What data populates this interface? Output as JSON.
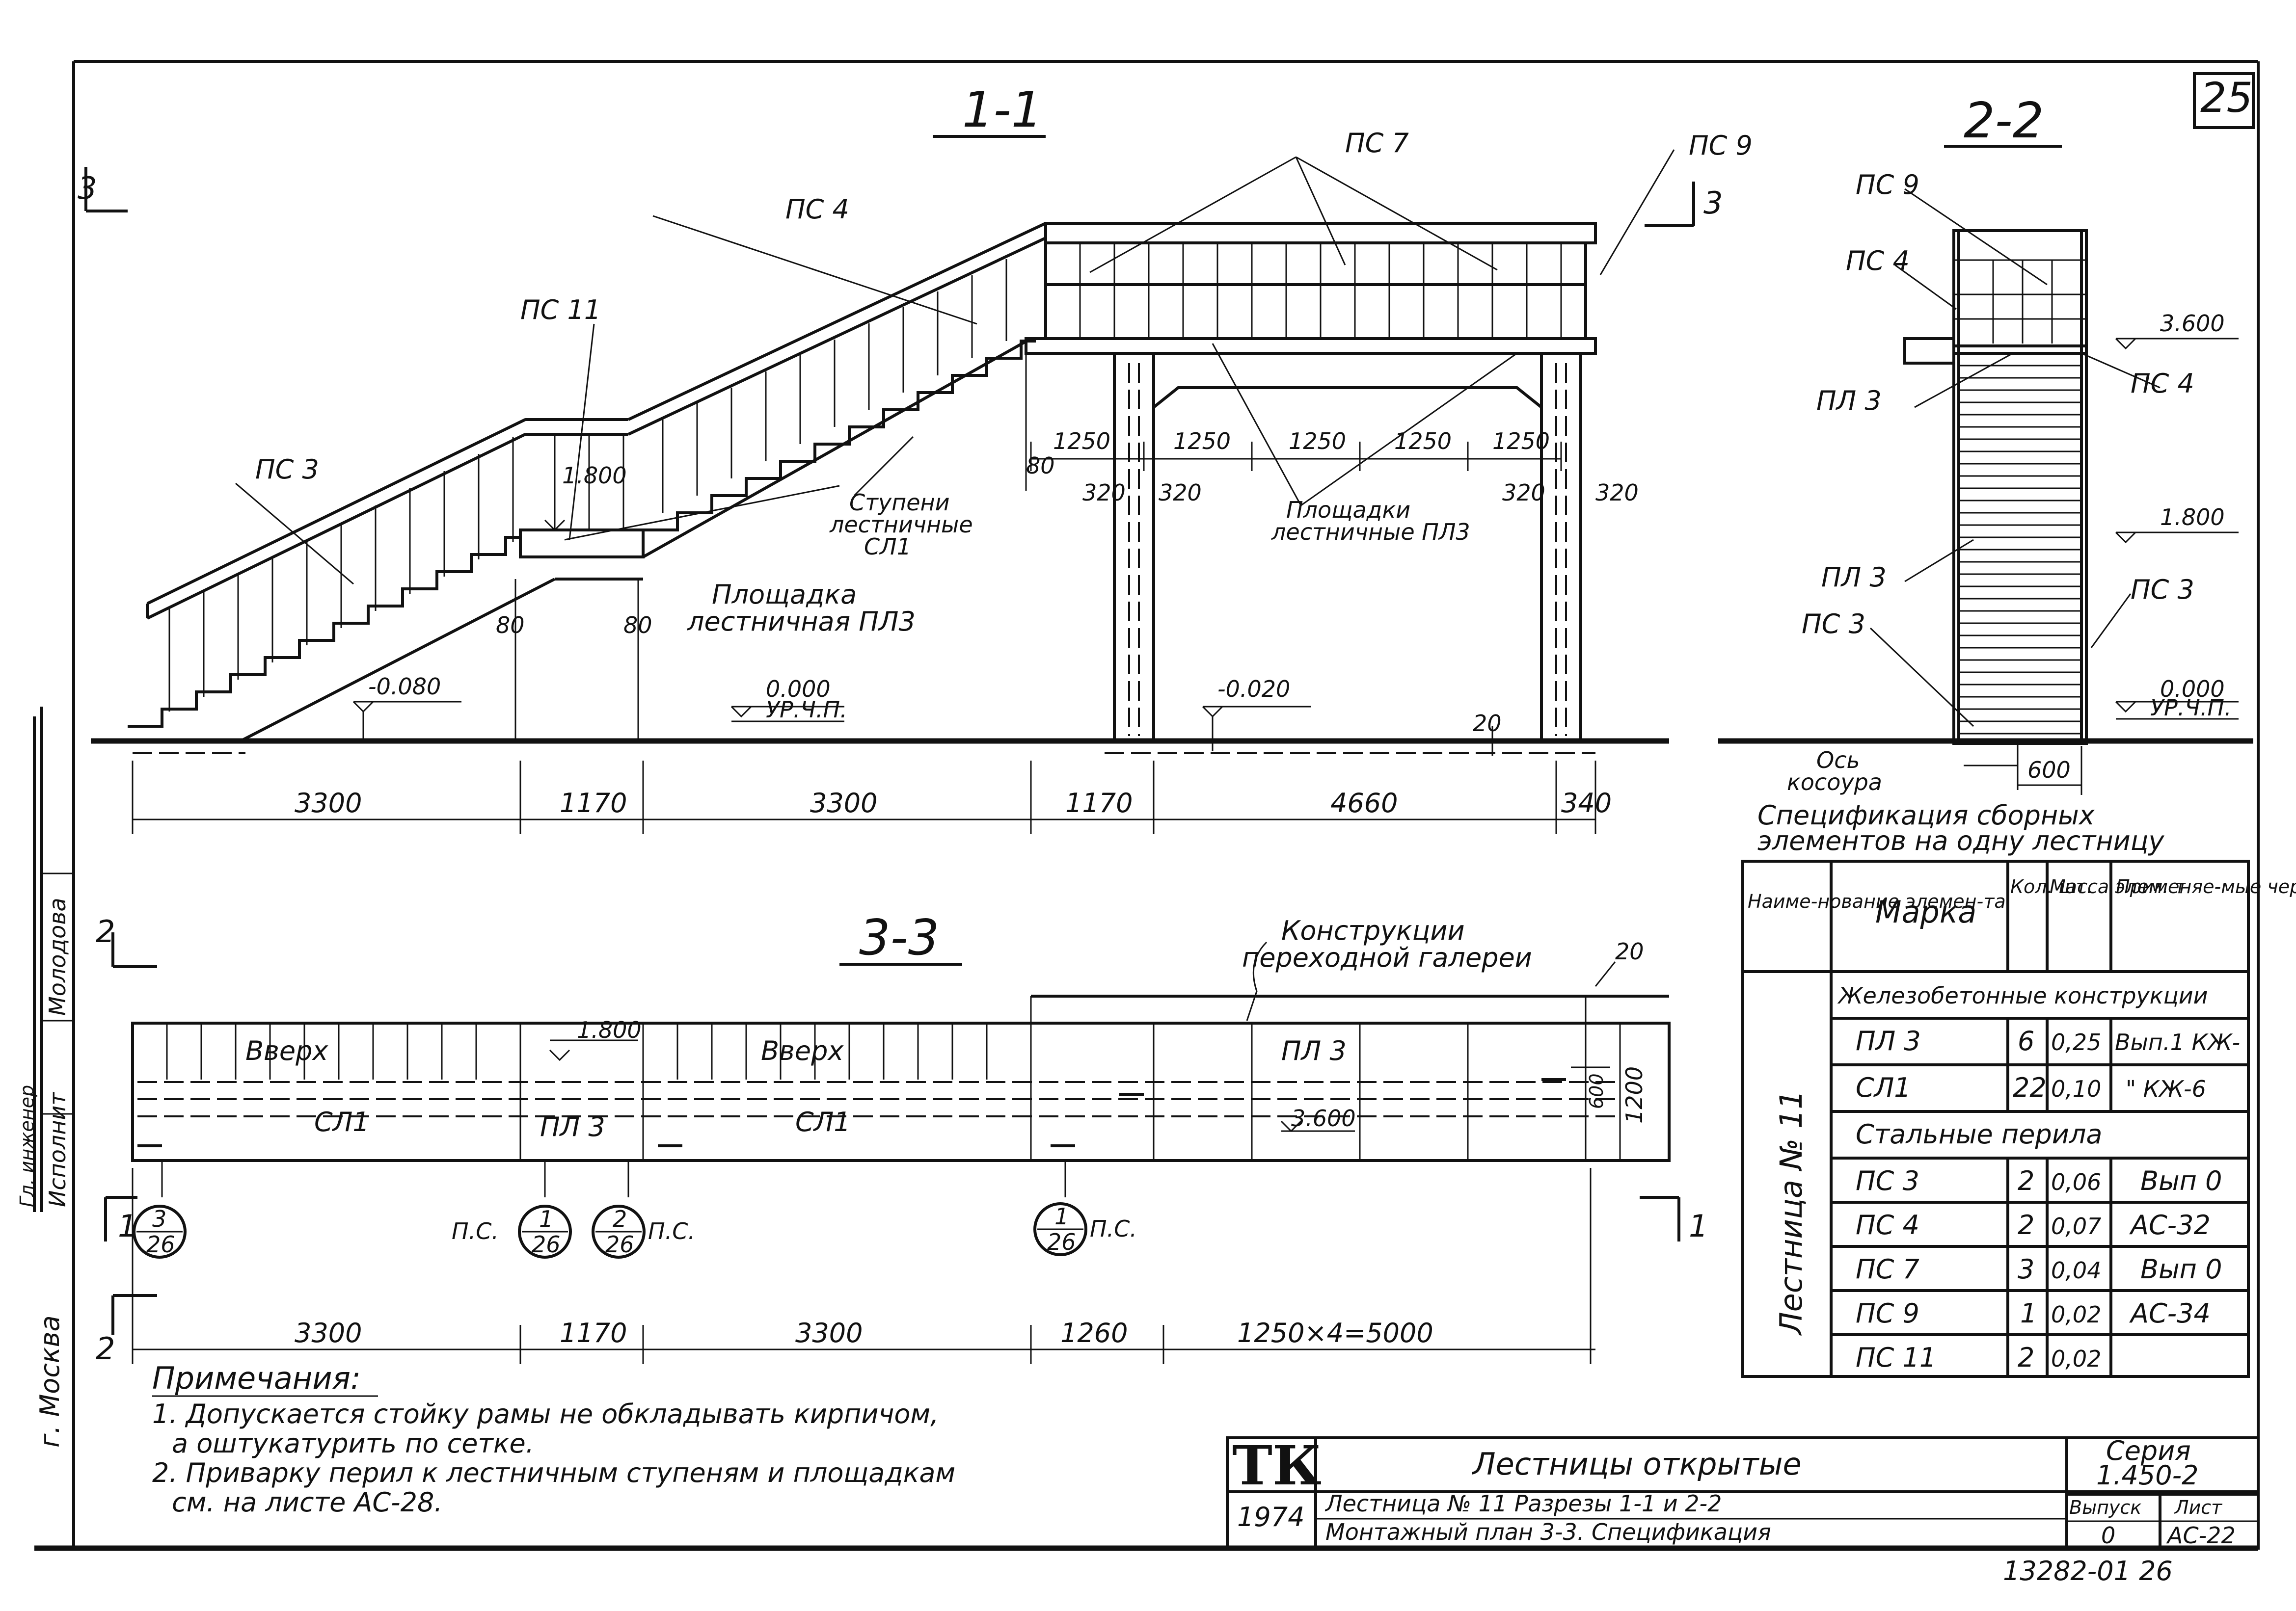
{
  "sheet": {
    "number": "25",
    "footer_number": "13282-01 26",
    "city": "г. Москва",
    "left_stamp": [
      "Исполнит",
      "Молодова",
      "Гл. инженер"
    ]
  },
  "section_1_1": {
    "title": "1-1",
    "elements": {
      "ps3": "ПС 3",
      "ps4": "ПС 4",
      "ps7": "ПС 7",
      "ps9": "ПС 9",
      "ps11": "ПС 11",
      "steps": [
        "Ступени",
        "лестничные",
        "СЛ1"
      ],
      "landing": [
        "Площадка",
        "лестничная ПЛ3"
      ],
      "landings": [
        "Площадки",
        "лестничные ПЛ3"
      ]
    },
    "levels": {
      "l1": "-0.080",
      "l2": "0.000",
      "l2_sub": "УР.Ч.П.",
      "l3": "-0.020",
      "l4": "1.800"
    },
    "marks": {
      "m80a": "80",
      "m80b": "80",
      "m80c": "80",
      "m20": "20",
      "m320a": "320",
      "m320b": "320",
      "m320c": "320",
      "m320d": "320"
    },
    "spans_top": [
      "1250",
      "1250",
      "1250",
      "1250",
      "1250"
    ],
    "dims_bottom": [
      "3300",
      "1170",
      "3300",
      "1170",
      "4660",
      "340"
    ]
  },
  "section_2_2": {
    "title": "2-2",
    "labels": {
      "ps9": "ПС 9",
      "ps4a": "ПС 4",
      "pl3a": "ПЛ 3",
      "ps4b": "ПС 4",
      "pl3b": "ПЛ 3",
      "ps3a": "ПС 3",
      "ps3b": "ПС 3"
    },
    "levels": {
      "l1": "3.600",
      "l2": "1.800",
      "l3": "0.000",
      "l3_sub": "УР.Ч.П."
    },
    "axis": [
      "Ось",
      "косоура"
    ],
    "width": "600"
  },
  "section_3_3": {
    "title": "3-3",
    "gallery": [
      "Конструкции",
      "переходной галереи"
    ],
    "labels": {
      "up1": "Вверх",
      "up2": "Вверх",
      "sl1a": "СЛ1",
      "sl1b": "СЛ1",
      "pl3a": "ПЛ 3",
      "pl3b": "ПЛ 3"
    },
    "levels": {
      "l1": "1.800",
      "l2": "3.600"
    },
    "marks": {
      "m20": "20",
      "m600": "600",
      "m1200": "1200"
    },
    "callouts": [
      {
        "top": "3",
        "bottom": "26",
        "side": ""
      },
      {
        "top": "1",
        "bottom": "26",
        "side": "П.С."
      },
      {
        "top": "2",
        "bottom": "26",
        "side": "П.С."
      },
      {
        "top": "1",
        "bottom": "26",
        "side": "П.С."
      }
    ],
    "dims": [
      "3300",
      "1170",
      "3300",
      "1260",
      "1250×4=5000"
    ]
  },
  "cut_marks": {
    "c3": "3",
    "c2": "2",
    "c1": "1"
  },
  "spec": {
    "title": [
      "Спецификация сборных",
      "элементов на одну лестницу"
    ],
    "headers": [
      "Наиме-нование элемен-та",
      "Марка",
      "Кол. шт.",
      "Масса элем. т",
      "Применяе-мые чертежи"
    ],
    "row_label": "Лестница № 11",
    "groups": [
      {
        "title": "Железобетонные конструкции",
        "rows": [
          {
            "mark": "ПЛ 3",
            "qty": "6",
            "mass": "0,25",
            "ref": "Вып.1 КЖ-"
          },
          {
            "mark": "СЛ1",
            "qty": "22",
            "mass": "0,10",
            "ref": "\" КЖ-6"
          }
        ]
      },
      {
        "title": "Стальные перила",
        "rows": [
          {
            "mark": "ПС 3",
            "qty": "2",
            "mass": "0,06",
            "ref": "Вып 0"
          },
          {
            "mark": "ПС 4",
            "qty": "2",
            "mass": "0,07",
            "ref": "АС-32"
          },
          {
            "mark": "ПС 7",
            "qty": "3",
            "mass": "0,04",
            "ref": "Вып 0"
          },
          {
            "mark": "ПС 9",
            "qty": "1",
            "mass": "0,02",
            "ref": "АС-34"
          },
          {
            "mark": "ПС 11",
            "qty": "2",
            "mass": "0,02",
            "ref": ""
          }
        ]
      }
    ]
  },
  "notes": {
    "title": "Примечания:",
    "lines": [
      "1. Допускается стойку рамы не обкладывать кирпичом,",
      "а оштукатурить по сетке.",
      "2. Приварку перил к лестничным ступеням и площадкам",
      "см. на листе АС-28."
    ]
  },
  "title_block": {
    "org": "ТК",
    "name": "Лестницы открытые",
    "series_label": "Серия",
    "series": "1.450-2",
    "year": "1974",
    "desc1": "Лестница № 11   Разрезы 1-1 и 2-2",
    "desc2": "Монтажный план 3-3. Спецификация",
    "issue_label": "Выпуск",
    "issue": "0",
    "sheet_label": "Лист",
    "sheet": "АС-22"
  }
}
